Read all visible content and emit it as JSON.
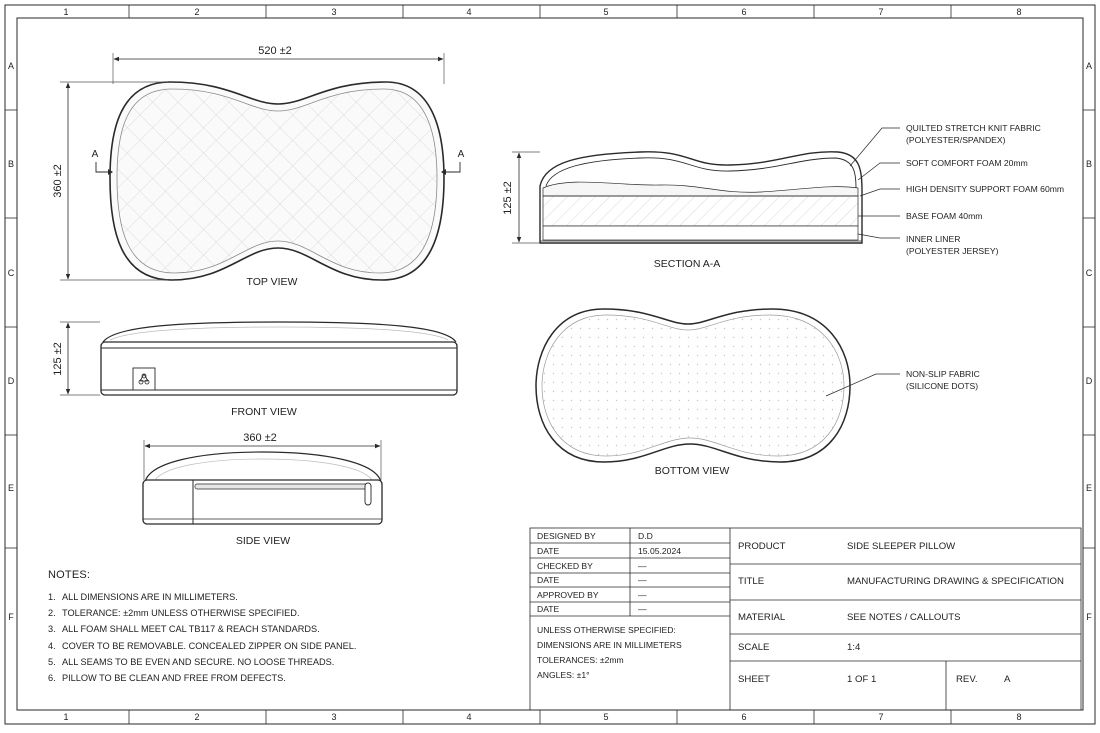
{
  "border": {
    "columns": [
      "1",
      "2",
      "3",
      "4",
      "5",
      "6",
      "7",
      "8"
    ],
    "rows": [
      "A",
      "B",
      "C",
      "D",
      "E",
      "F"
    ]
  },
  "views": {
    "top": {
      "label": "TOP VIEW",
      "width_dim": "520 ±2",
      "height_dim": "360 ±2",
      "section_marker": "A"
    },
    "front": {
      "label": "FRONT VIEW",
      "height_dim": "125 ±2"
    },
    "side": {
      "label": "SIDE VIEW",
      "width_dim": "360 ±2"
    },
    "section": {
      "label": "SECTION A-A",
      "height_dim": "125 ±2"
    },
    "bottom": {
      "label": "BOTTOM VIEW"
    }
  },
  "callouts": {
    "fabric": [
      "QUILTED STRETCH KNIT FABRIC",
      "(POLYESTER/SPANDEX)"
    ],
    "soft_foam": "SOFT COMFORT FOAM 20mm",
    "hd_foam": "HIGH DENSITY SUPPORT FOAM 60mm",
    "base_foam": "BASE FOAM 40mm",
    "liner": [
      "INNER LINER",
      "(POLYESTER JERSEY)"
    ],
    "nonslip": [
      "NON-SLIP FABRIC",
      "(SILICONE DOTS)"
    ]
  },
  "notes": {
    "title": "NOTES:",
    "items": [
      {
        "n": "1.",
        "text": "ALL DIMENSIONS ARE IN MILLIMETERS."
      },
      {
        "n": "2.",
        "text": "TOLERANCE: ±2mm UNLESS OTHERWISE SPECIFIED."
      },
      {
        "n": "3.",
        "text": "ALL FOAM SHALL MEET CAL TB117 & REACH STANDARDS."
      },
      {
        "n": "4.",
        "text": "COVER TO BE REMOVABLE. CONCEALED ZIPPER ON SIDE PANEL."
      },
      {
        "n": "5.",
        "text": "ALL SEAMS TO BE EVEN AND SECURE. NO LOOSE THREADS."
      },
      {
        "n": "6.",
        "text": "PILLOW TO BE CLEAN AND FREE FROM DEFECTS."
      }
    ]
  },
  "title_block": {
    "approvals": [
      {
        "label": "DESIGNED BY",
        "value": "D.D"
      },
      {
        "label": "DATE",
        "value": "15.05.2024"
      },
      {
        "label": "CHECKED BY",
        "value": "—"
      },
      {
        "label": "DATE",
        "value": "—"
      },
      {
        "label": "APPROVED BY",
        "value": "—"
      },
      {
        "label": "DATE",
        "value": "—"
      }
    ],
    "general_notes": [
      "UNLESS OTHERWISE SPECIFIED:",
      "DIMENSIONS ARE IN MILLIMETERS",
      "TOLERANCES: ±2mm",
      "ANGLES: ±1°"
    ],
    "product_label": "PRODUCT",
    "product_value": "SIDE SLEEPER PILLOW",
    "title_label": "TITLE",
    "title_value": "MANUFACTURING DRAWING & SPECIFICATION",
    "material_label": "MATERIAL",
    "material_value": "SEE NOTES / CALLOUTS",
    "scale_label": "SCALE",
    "scale_value": "1:4",
    "sheet_label": "SHEET",
    "sheet_value": "1 OF 1",
    "rev_label": "REV.",
    "rev_value": "A"
  },
  "colors": {
    "line": "#2a2a2a",
    "light": "#bdbdbd",
    "faint": "#d6d6d6"
  }
}
